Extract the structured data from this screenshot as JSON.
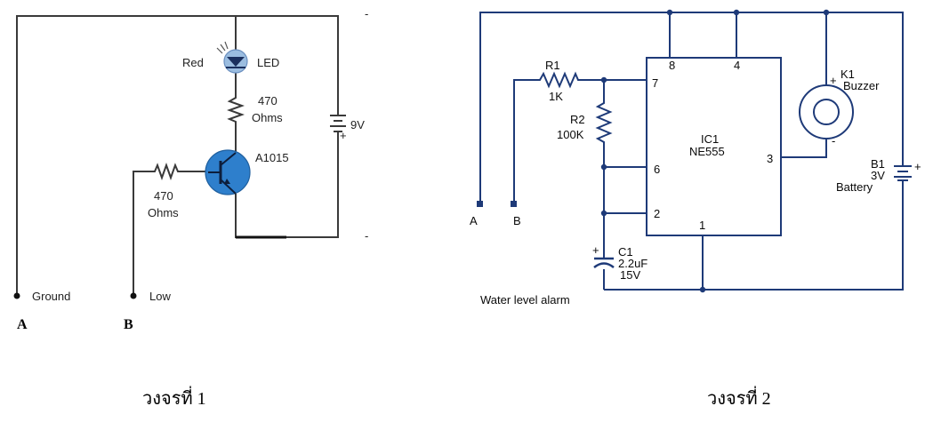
{
  "circuit1": {
    "led_color": "Red",
    "led_label": "LED",
    "resistor_top_value": "470",
    "resistor_top_unit": "Ohms",
    "transistor": "A1015",
    "resistor_base_value": "470",
    "resistor_base_unit": "Ohms",
    "battery": "9V",
    "battery_plus": "+",
    "battery_minus": "-",
    "top_minus": "-",
    "ground_label": "Ground",
    "low_label": "Low",
    "terminal_a": "A",
    "terminal_b": "B",
    "caption": "วงจรที่ 1"
  },
  "circuit2": {
    "r1_name": "R1",
    "r1_value": "1K",
    "r2_name": "R2",
    "r2_value": "100K",
    "ic_name": "IC1",
    "ic_part": "NE555",
    "pins": [
      "8",
      "4",
      "7",
      "6",
      "2",
      "3",
      "1"
    ],
    "buzzer_name": "K1",
    "buzzer_label": "Buzzer",
    "buzzer_plus": "+",
    "buzzer_minus": "-",
    "battery_name": "B1",
    "battery_value": "3V",
    "battery_label": "Battery",
    "battery_plus": "+",
    "cap_name": "C1",
    "cap_value": "2.2uF",
    "cap_voltage": "15V",
    "cap_plus": "+",
    "terminal_a": "A",
    "terminal_b": "B",
    "title": "Water level alarm",
    "caption": "วงจรที่ 2"
  }
}
